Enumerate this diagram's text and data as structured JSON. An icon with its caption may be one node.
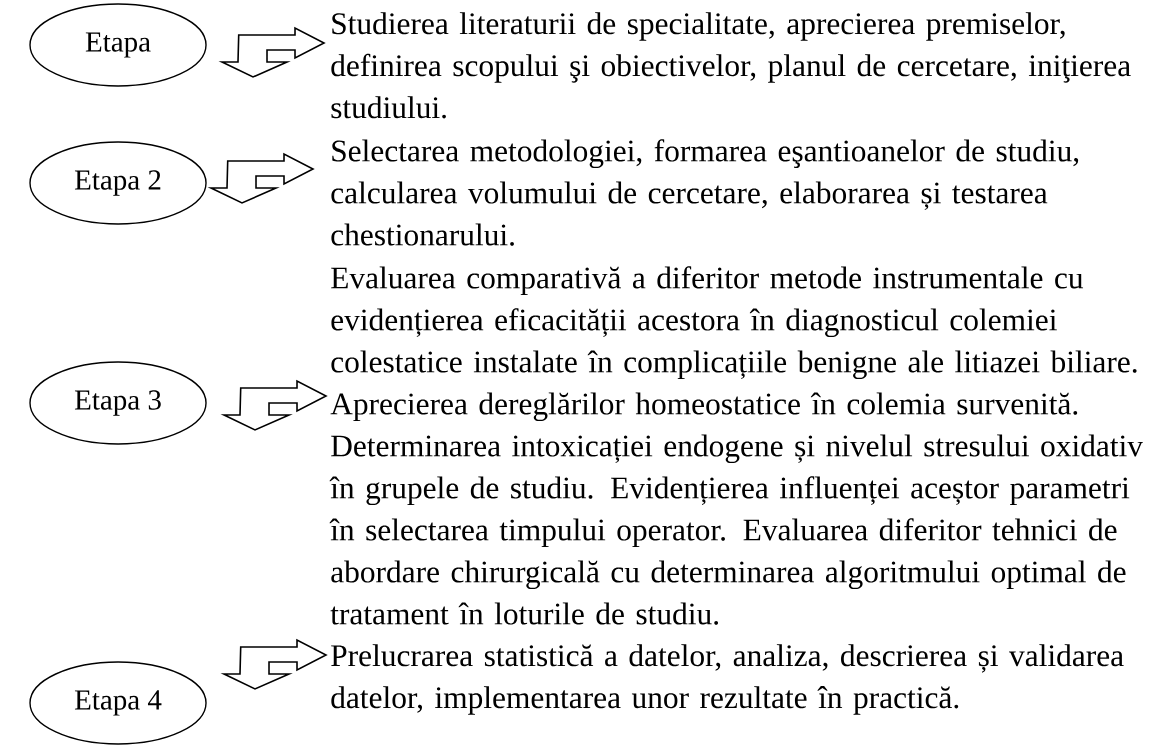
{
  "diagram": {
    "nodes": [
      {
        "text": [
          "Etapa"
        ]
      },
      {
        "text": [
          "Etapa 2"
        ]
      },
      {
        "text": [
          "Etapa 3"
        ]
      },
      {
        "text": [
          "Etapa 4"
        ]
      },
      {
        "text": [
          "Studierea literaturii de specialitate, aprecierea premiselor, definirea scopului şi obiectivelor, planul de cercetare, iniţierea studiului."
        ]
      },
      {
        "text": [
          "Selectarea metodologiei, formarea eşantioanelor de studiu, calcularea volumului de cercetare, elaborarea și testarea chestionarului."
        ]
      },
      {
        "text": [
          "Evaluarea comparativă a diferitor metode instrumentale cu evidențierea eficacității acestora în diagnosticul colemiei colestatice instalate în complicațiile benigne ale litiazei biliare. Aprecierea dereglărilor homeostatice în colemia survenită. Determinarea intoxicației endogene și nivelul stresului oxidativ în grupele de studiu. Evidențierea influenței aceștor parametri în selectarea timpului operator. Evaluarea diferitor tehnici de abordare chirurgicală cu determinarea algoritmului optimal de tratament în loturile de studiu."
        ]
      },
      {
        "text": [
          "Prelucrarea statistică a datelor, analiza, descrierea și validarea datelor, implementarea unor rezultate în practică."
        ]
      }
    ],
    "edges": [
      {
        "from": 0,
        "to": 4,
        "arrow": "both"
      },
      {
        "from": 1,
        "to": 5,
        "arrow": "both"
      },
      {
        "from": 2,
        "to": 6,
        "arrow": "both"
      },
      {
        "from": 3,
        "to": 7,
        "arrow": "both"
      }
    ]
  }
}
